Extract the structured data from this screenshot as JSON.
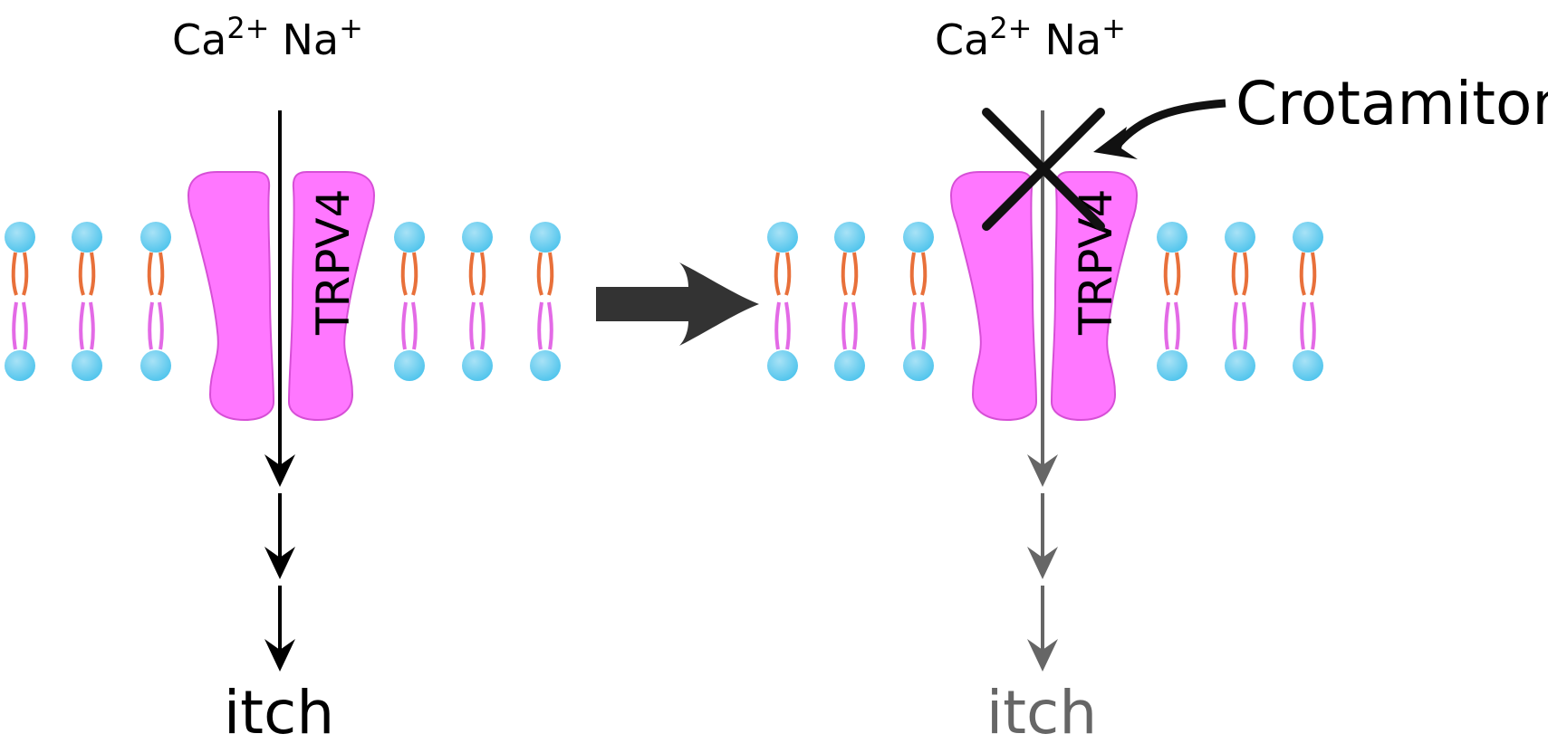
{
  "panels": [
    {
      "ions": {
        "ca": "Ca",
        "ca_sup": "2+",
        "na": "Na",
        "na_sup": "+"
      },
      "channel_label": "TRPV4",
      "outcome": "itch",
      "state": "active"
    },
    {
      "ions": {
        "ca": "Ca",
        "ca_sup": "2+",
        "na": "Na",
        "na_sup": "+"
      },
      "channel_label": "TRPV4",
      "outcome": "itch",
      "state": "blocked"
    }
  ],
  "inhibitor": {
    "label": "Crotamiton"
  },
  "colors": {
    "lipid_head": "#4cc3ec",
    "lipid_head_light": "#a8e2f6",
    "tail_upper": "#e8703a",
    "tail_lower": "#e36ae6",
    "channel_fill": "#ff77ff",
    "channel_stroke": "#d64fd6",
    "active_flow": "#000000",
    "blocked_flow": "#666666",
    "transition_arrow": "#333333",
    "cross": "#111111"
  }
}
